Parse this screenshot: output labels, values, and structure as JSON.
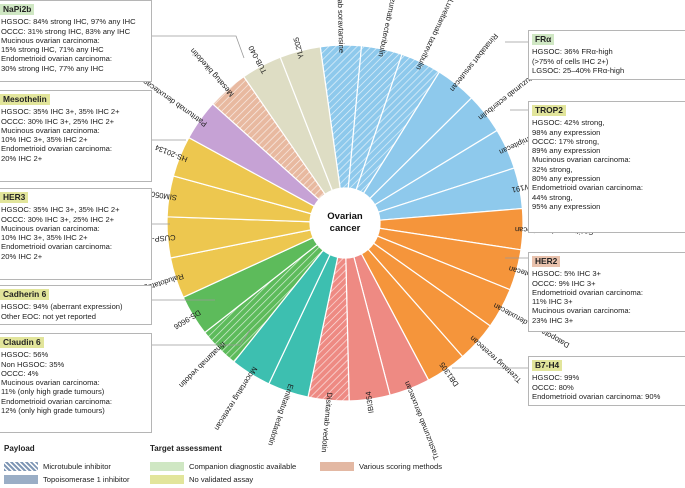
{
  "center": {
    "line1": "Ovarian",
    "line2": "cancer"
  },
  "colors": {
    "ttl_green": "#cfe7c3",
    "ttl_yellow": "#e2e59b",
    "ttl_salmon": "#e9c2ad",
    "microtubule": "#7f97b5",
    "topo": "#9aaec6",
    "companion": "#cfe7c3",
    "no_assay": "#e2e59b",
    "various": "#e3b8a3"
  },
  "wheel": {
    "groups": [
      {
        "target": "FRα",
        "color": "#8ec9ec",
        "drugs": [
          {
            "name": "Mirvetuximab soravtansine",
            "hatched": true
          },
          {
            "name": "Farletuzumab ecteribulin",
            "hatched": true
          },
          {
            "name": "Luveltamab tazevibulin",
            "hatched": true
          },
          {
            "name": "Rinatabart sesutecan",
            "hatched": false
          },
          {
            "name": "Farletuzumab ecteribulin",
            "hatched": false
          },
          {
            "name": "Sofetabart mipitecan",
            "hatched": false
          },
          {
            "name": "ZW191",
            "hatched": false
          }
        ]
      },
      {
        "target": "TROP2",
        "color": "#f5953b",
        "drugs": [
          {
            "name": "Sacituzumab govitecan",
            "hatched": false
          },
          {
            "name": "Sacituzumab tirumotecan",
            "hatched": false
          },
          {
            "name": "Datopotamab deruxtecan",
            "hatched": false
          },
          {
            "name": "Tizetatug rezetecan",
            "hatched": false
          },
          {
            "name": "DB1305",
            "hatched": false
          }
        ]
      },
      {
        "target": "HER2",
        "color": "#ee8a83",
        "drugs": [
          {
            "name": "Trastuzumab deruxtecan",
            "hatched": false
          },
          {
            "name": "IBI354",
            "hatched": false
          },
          {
            "name": "Disitamab vedotin",
            "hatched": true
          }
        ]
      },
      {
        "target": "B7-H4",
        "color": "#3dbfb0",
        "drugs": [
          {
            "name": "Emiltatug ledadotin",
            "hatched": false
          },
          {
            "name": "Mocertatug rezetecan",
            "hatched": false
          }
        ]
      },
      {
        "target": "Claudin 6",
        "color": "#5dbb5b",
        "drugs": [
          {
            "name": "Ifinatamab vedotin",
            "hatched": true
          },
          {
            "name": "DS-9606",
            "hatched": false
          }
        ]
      },
      {
        "target": "HER3",
        "color": "#edc74f",
        "drugs": [
          {
            "name": "Raludotatug deruxtecan",
            "hatched": false
          },
          {
            "name": "CUSP-06",
            "hatched": false
          },
          {
            "name": "SIM0505",
            "hatched": false
          },
          {
            "name": "HS-20134",
            "hatched": false
          }
        ]
      },
      {
        "target": "Mesothelin",
        "color": "#c6a2d5",
        "drugs": [
          {
            "name": "Patritumab deruxtecan",
            "hatched": false
          }
        ]
      },
      {
        "target": "NaPi2b",
        "color": "#e8b9a0",
        "drugs": [
          {
            "name": "Mesatug bikedotin",
            "hatched": true
          }
        ]
      },
      {
        "target": "NaPi2b-other",
        "color": "#deddc4",
        "drugs": [
          {
            "name": "TUB-040",
            "hatched": false
          },
          {
            "name": "YL205",
            "hatched": false
          }
        ]
      }
    ]
  },
  "boxes": {
    "napi2b": {
      "title": "NaPi2b",
      "lines": [
        "HGSOC: 84% strong IHC, 97% any IHC",
        "OCCC: 31% strong IHC, 83% any IHC",
        "Mucinous ovarian carcinoma:",
        "15% strong IHC, 71% any IHC",
        "Endometrioid ovarian carcinoma:",
        "30% strong IHC, 77% any IHC"
      ]
    },
    "mesothelin": {
      "title": "Mesothelin",
      "lines": [
        "HGSOC: 35% IHC 3+, 35% IHC 2+",
        "OCCC: 30% IHC 3+, 25% IHC 2+",
        "Mucinous ovarian carcinoma:",
        "10% IHC 3+, 35% IHC 2+",
        "Endometrioid ovarian carcinoma:",
        "20% IHC 2+"
      ]
    },
    "her3": {
      "title": "HER3",
      "lines": [
        "HGSOC: 35% IHC 3+, 35% IHC 2+",
        "OCCC: 30% IHC 3+, 25% IHC 2+",
        "Mucinous ovarian carcinoma:",
        "10% IHC 3+, 35% IHC 2+",
        "Endometrioid ovarian carcinoma:",
        "20% IHC 2+"
      ]
    },
    "cadherin": {
      "title": "Cadherin 6",
      "lines": [
        "HGSOC: 94% (aberrant expression)",
        "Other EOC: not yet reported"
      ]
    },
    "claudin": {
      "title": "Claudin 6",
      "lines": [
        "HGSOC: 56%",
        "Non HGSOC: 35%",
        "OCCC: 4%",
        "Mucinous ovarian carcinoma:",
        "11% (only high grade tumours)",
        "Endometrioid ovarian carcinoma:",
        "12% (only high grade tumours)"
      ]
    },
    "fra": {
      "title": "FRα",
      "lines": [
        "HGSOC: 36% FRα-high",
        "(>75% of cells IHC 2+)",
        "LGSOC: 25–40% FRα-high"
      ]
    },
    "trop2": {
      "title": "TROP2",
      "lines": [
        "HGSOC: 42% strong,",
        "98% any expression",
        "OCCC: 17% strong,",
        "89% any expression",
        "Mucinous ovarian carcinoma:",
        "32% strong,",
        "80% any expression",
        "Endometrioid ovarian carcinoma:",
        "44% strong,",
        "95% any expression"
      ]
    },
    "her2": {
      "title": "HER2",
      "lines": [
        "HGSOC: 5% IHC 3+",
        "OCCC: 9% IHC 3+",
        "Endometrioid ovarian carcinoma:",
        "11% IHC 3+",
        "Mucinous ovarian carcinoma:",
        "23% IHC 3+"
      ]
    },
    "b7h4": {
      "title": "B7-H4",
      "lines": [
        "HGSOC: 99%",
        "OCCC: 80%",
        "Endometrioid ovarian carcinoma: 90%"
      ]
    }
  },
  "legend": {
    "payload_head": "Payload",
    "target_head": "Target assessment",
    "microtubule": "Microtubule inhibitor",
    "topo": "Topoisomerase 1 inhibitor",
    "companion": "Companion diagnostic available",
    "no_assay": "No validated assay",
    "various": "Various scoring methods"
  }
}
